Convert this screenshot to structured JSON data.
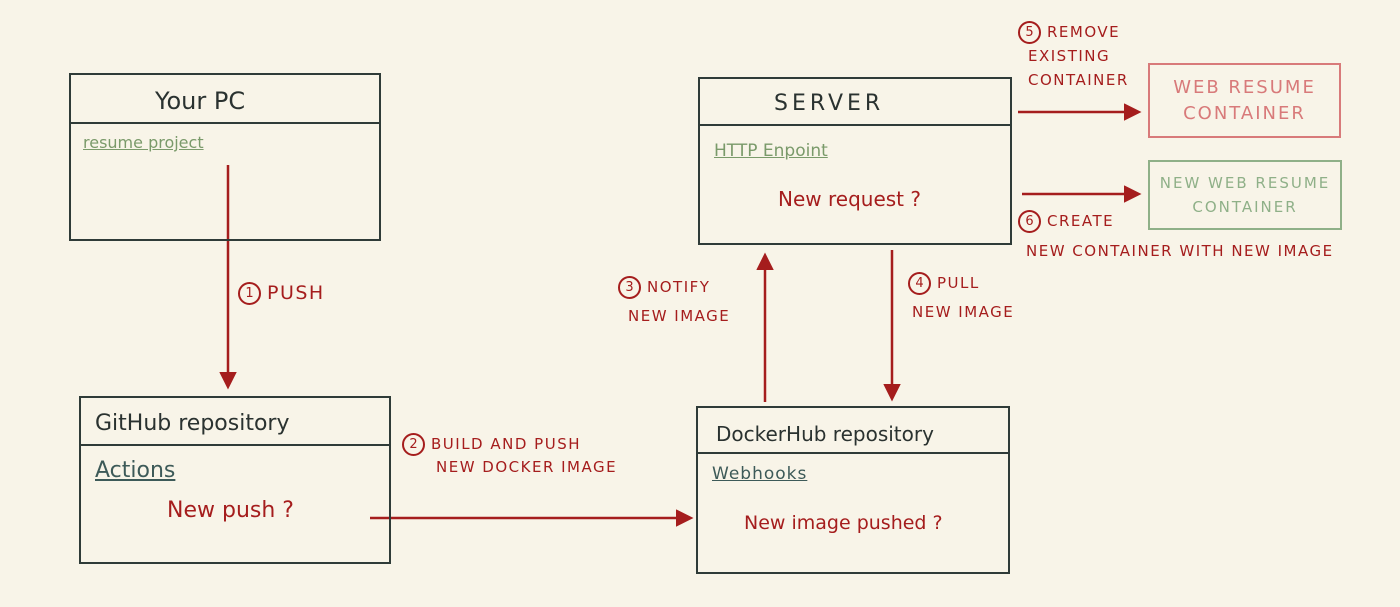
{
  "your_pc": {
    "title": "Your PC",
    "link": "resume project"
  },
  "github": {
    "title": "GitHub repository",
    "link": "Actions",
    "question": "New push ?"
  },
  "server": {
    "title": "SERVER",
    "link": "HTTP Enpoint",
    "question": "New request ?"
  },
  "dockerhub": {
    "title": "DockerHub repository",
    "link": "Webhooks",
    "question": "New image pushed ?"
  },
  "containers": {
    "old": {
      "line1": "WEB RESUME",
      "line2": "CONTAINER"
    },
    "new": {
      "line1": "NEW WEB RESUME",
      "line2": "CONTAINER"
    }
  },
  "steps": {
    "s1": {
      "num": "1",
      "line1": "PUSH"
    },
    "s2": {
      "num": "2",
      "line1": "BUILD AND PUSH",
      "line2": "NEW DOCKER IMAGE"
    },
    "s3": {
      "num": "3",
      "line1": "NOTIFY",
      "line2": "NEW IMAGE"
    },
    "s4": {
      "num": "4",
      "line1": "PULL",
      "line2": "NEW IMAGE"
    },
    "s5": {
      "num": "5",
      "line1": "REMOVE",
      "line2": "EXISTING",
      "line3": "CONTAINER"
    },
    "s6": {
      "num": "6",
      "line1": "CREATE",
      "line2": "NEW CONTAINER WITH NEW IMAGE"
    }
  },
  "colors": {
    "ink": "#2f3b38",
    "red": "#a51d1d",
    "green": "#7a9a6a",
    "teal_link": "#3d5a58",
    "old_container": "#d87a7a",
    "new_container": "#8fb088",
    "background": "#f8f4e8"
  }
}
